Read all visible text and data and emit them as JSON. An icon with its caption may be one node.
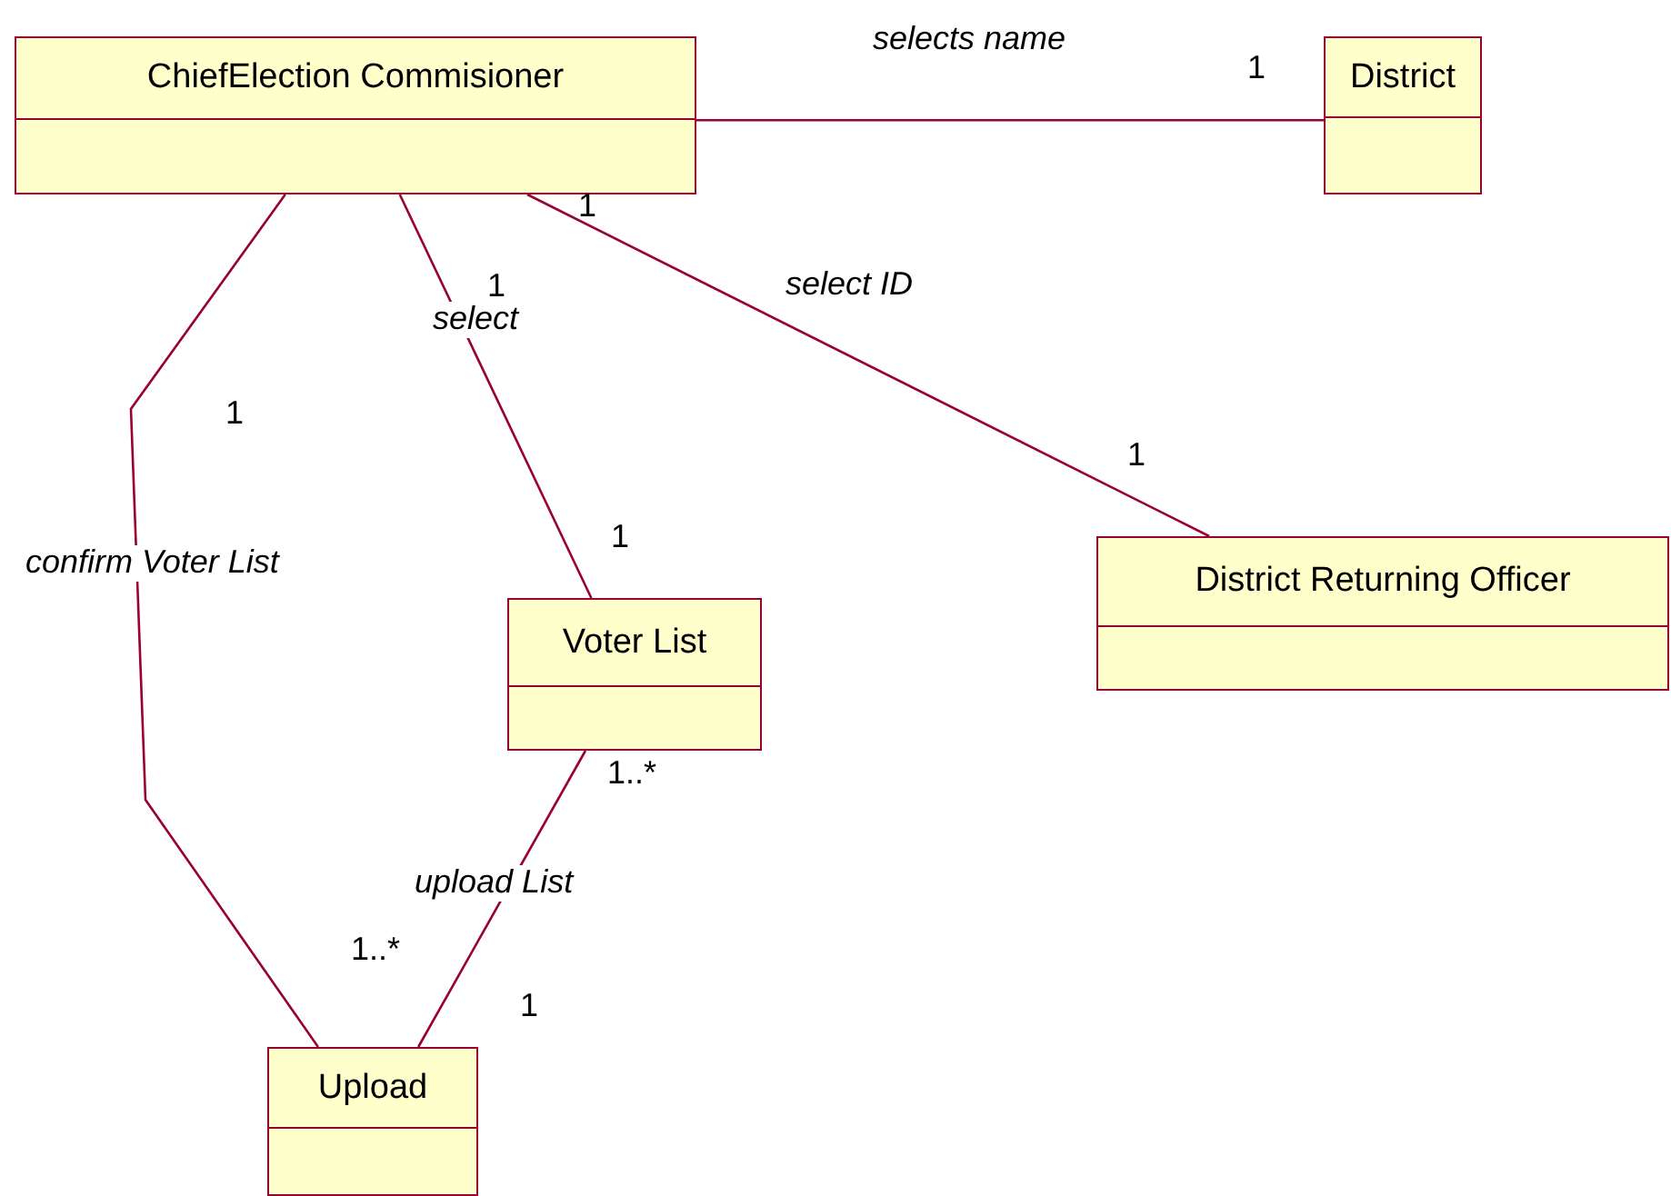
{
  "diagram": {
    "nodes": [
      {
        "text": [
          "ChiefElection Commisioner"
        ]
      },
      {
        "text": [
          "District"
        ]
      },
      {
        "text": [
          "Voter List"
        ]
      },
      {
        "text": [
          "District Returning Officer"
        ]
      },
      {
        "text": [
          "Upload"
        ]
      }
    ],
    "edges": [
      {
        "from": 0,
        "to": 1,
        "arrow": "none",
        "label": "selects name"
      },
      {
        "from": 0,
        "to": 3,
        "arrow": "none",
        "label": "select ID"
      },
      {
        "from": 0,
        "to": 2,
        "arrow": "none",
        "label": "select"
      },
      {
        "from": 0,
        "to": 4,
        "arrow": "none",
        "label": "confirm Voter List"
      },
      {
        "from": 2,
        "to": 4,
        "arrow": "none",
        "label": "upload List"
      }
    ],
    "labels": [
      "1",
      "1",
      "1",
      "1",
      "1",
      "1",
      "1..*",
      "1..*",
      "1"
    ]
  }
}
